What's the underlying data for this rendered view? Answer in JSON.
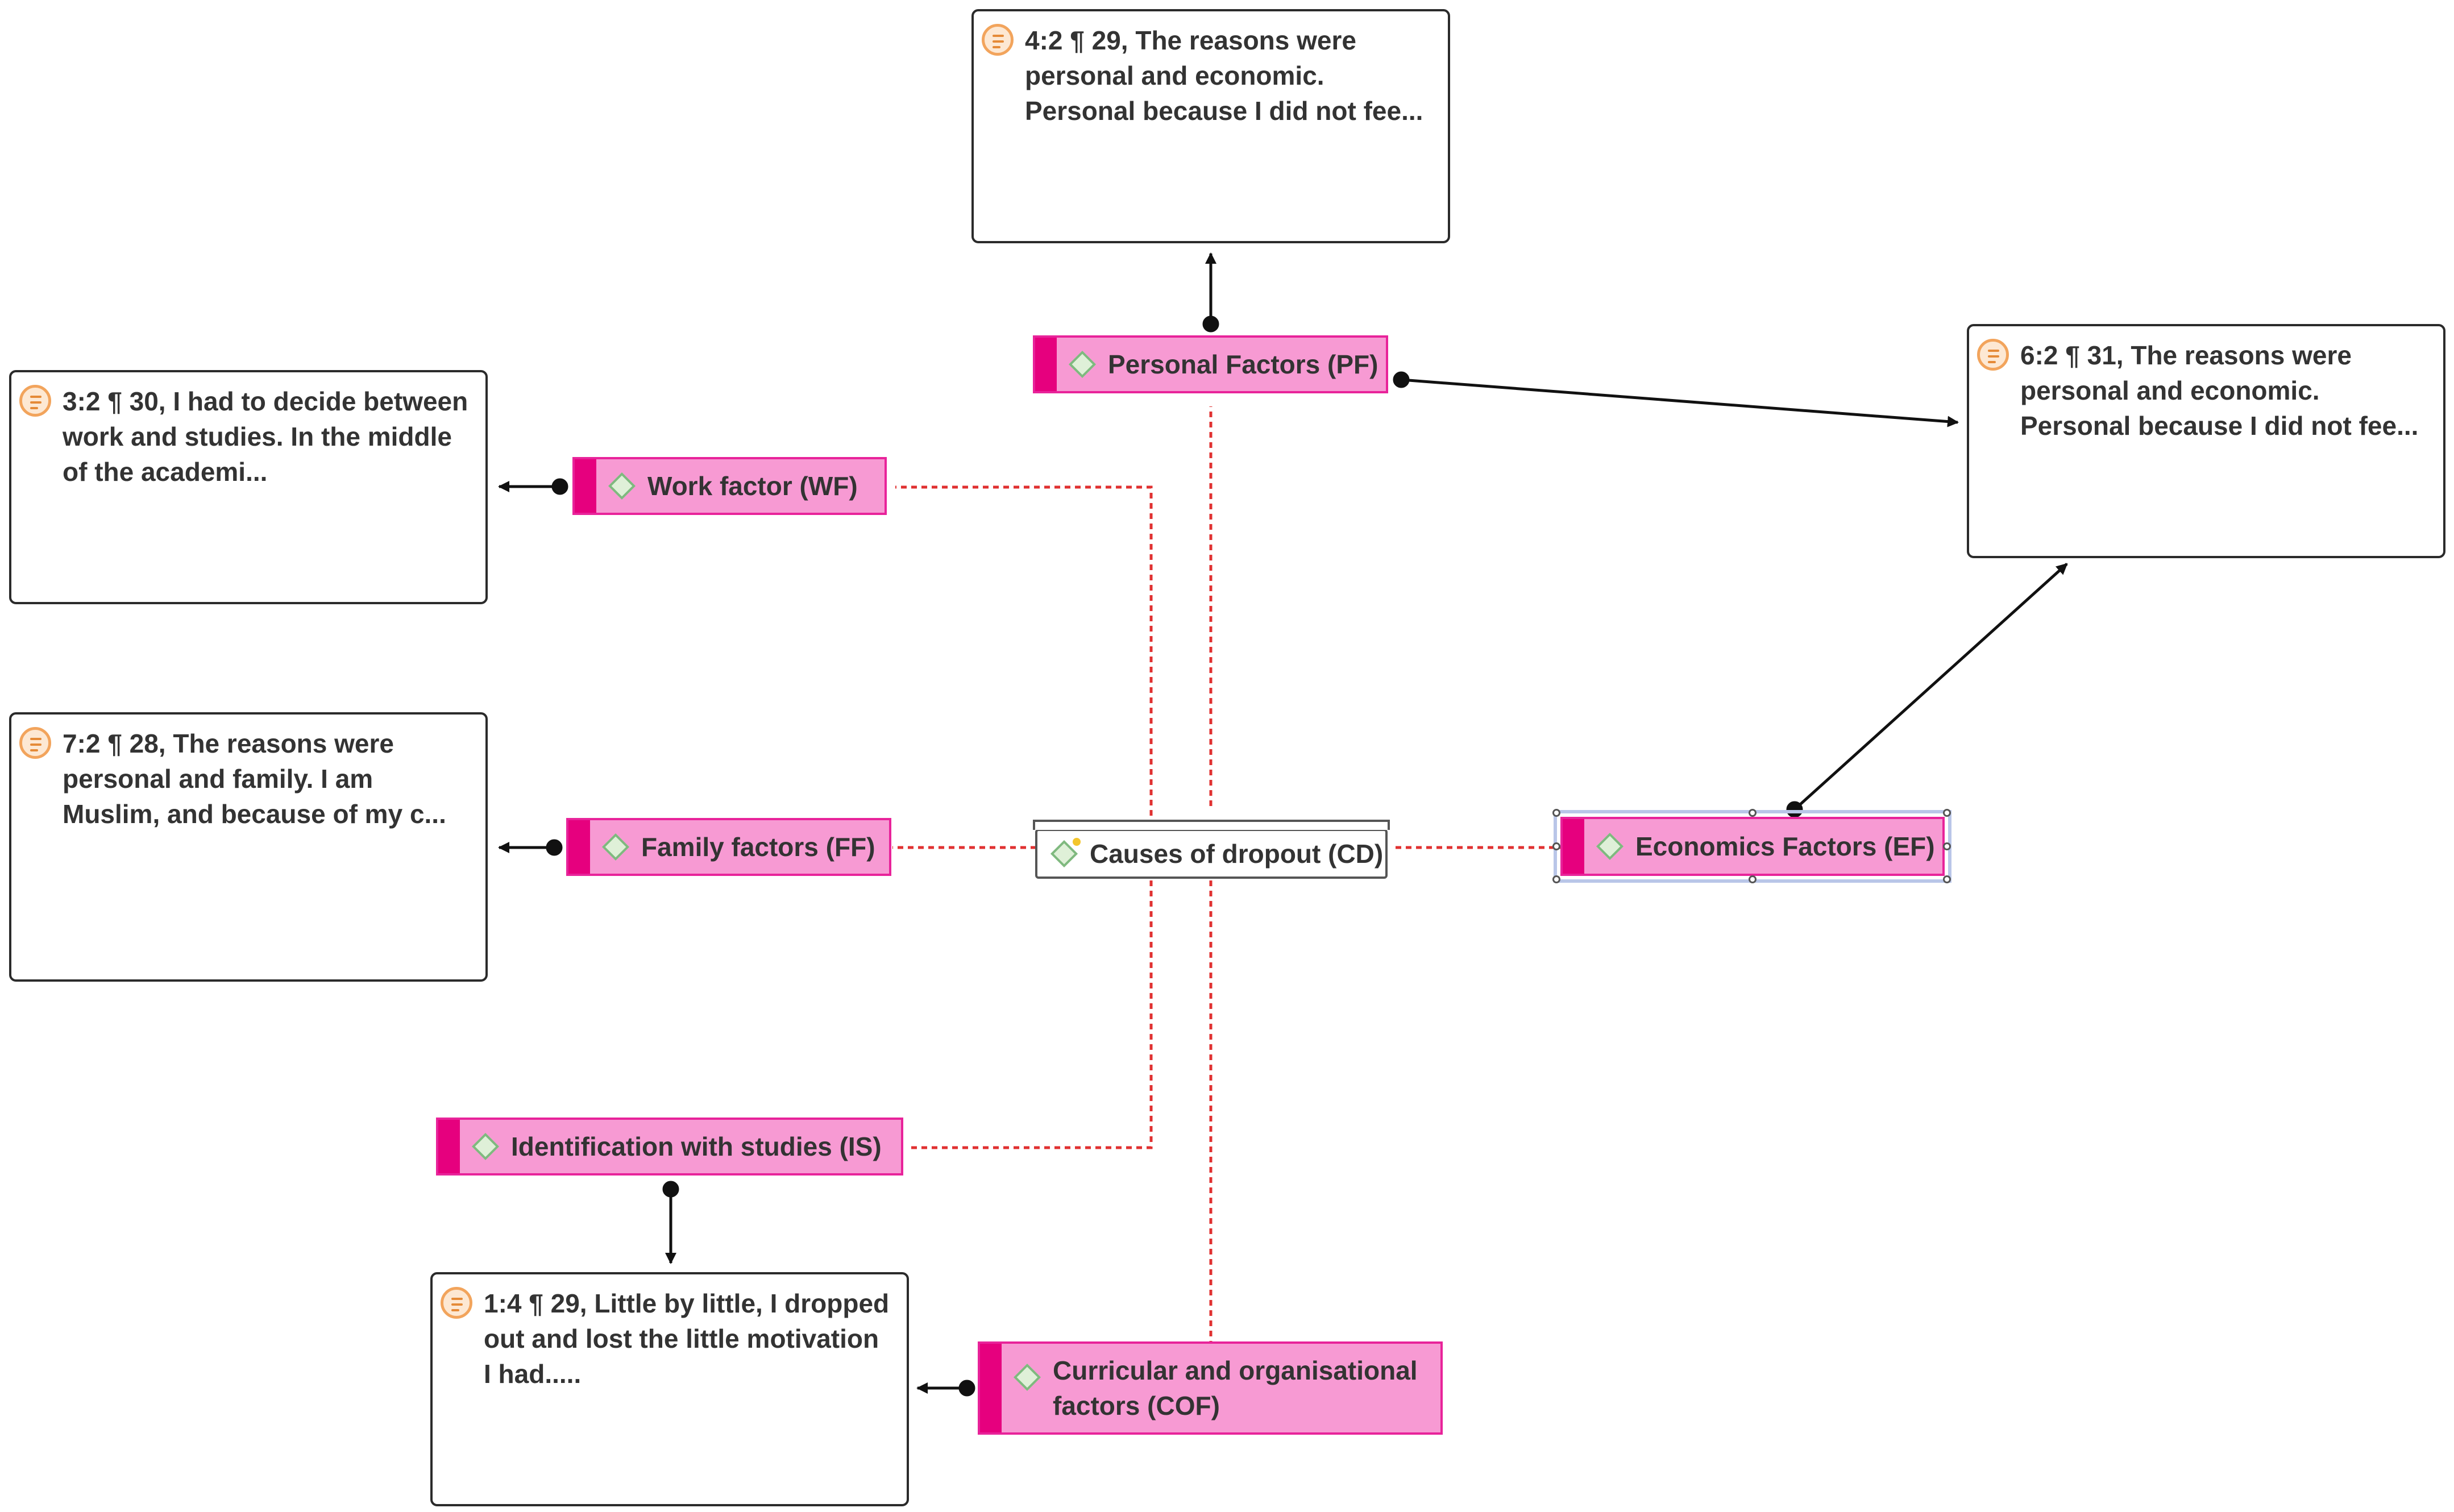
{
  "colors": {
    "code_fill": "#f79ad3",
    "code_border": "#e8239a",
    "code_stripe": "#e6007e",
    "relation_line": "#e03131",
    "link_line": "#111111"
  },
  "group": {
    "label": "Causes of dropout (CD)",
    "icon": "code-group-icon"
  },
  "codes": {
    "personal": "Personal Factors (PF)",
    "work": "Work factor (WF)",
    "family": "Family factors (FF)",
    "economics": "Economics Factors (EF)",
    "identification": "Identification with studies (IS)",
    "curricular": "Curricular and organisational factors (COF)"
  },
  "quotes": {
    "q4_2": "4:2 ¶ 29, The reasons were personal and economic. Personal because I did not fee...",
    "q6_2": "6:2 ¶ 31, The reasons were personal and economic. Personal because I did not fee...",
    "q3_2": "3:2 ¶ 30, I had to decide between work and studies. In the middle of the academi...",
    "q7_2": "7:2 ¶ 28, The reasons were personal and family. I am Muslim, and because of my c...",
    "q1_4": "1:4 ¶ 29, Little by little, I dropped out and lost the little motivation I had....."
  }
}
